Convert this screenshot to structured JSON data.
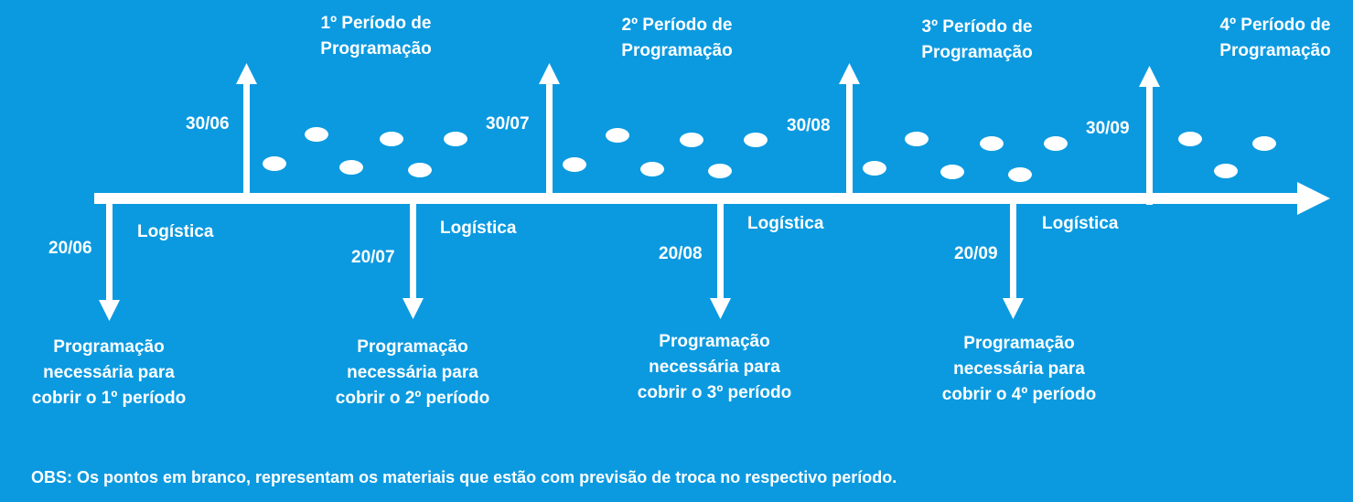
{
  "colors": {
    "background": "#0b9ae0",
    "foreground": "#ffffff"
  },
  "periods": [
    {
      "start_date": "30/06",
      "title_line1": "1º Período de",
      "title_line2": "Programação"
    },
    {
      "start_date": "30/07",
      "title_line1": "2º Período de",
      "title_line2": "Programação"
    },
    {
      "start_date": "30/08",
      "title_line1": "3º Período de",
      "title_line2": "Programação"
    },
    {
      "start_date": "30/09",
      "title_line1": "4º Período de",
      "title_line2": "Programação"
    }
  ],
  "deadlines": [
    {
      "date": "20/06",
      "logistics_label": "Logística",
      "desc_line1": "Programação",
      "desc_line2": "necessária para",
      "desc_line3": "cobrir o 1º período"
    },
    {
      "date": "20/07",
      "logistics_label": "Logística",
      "desc_line1": "Programação",
      "desc_line2": "necessária para",
      "desc_line3": "cobrir o 2º período"
    },
    {
      "date": "20/08",
      "logistics_label": "Logística",
      "desc_line1": "Programação",
      "desc_line2": "necessária para",
      "desc_line3": "cobrir o 3º período"
    },
    {
      "date": "20/09",
      "logistics_label": "Logística",
      "desc_line1": "Programação",
      "desc_line2": "necessária para",
      "desc_line3": "cobrir o 4º período"
    }
  ],
  "note": "OBS: Os pontos em branco, representam os materiais que estão com previsão de troca no respectivo período."
}
